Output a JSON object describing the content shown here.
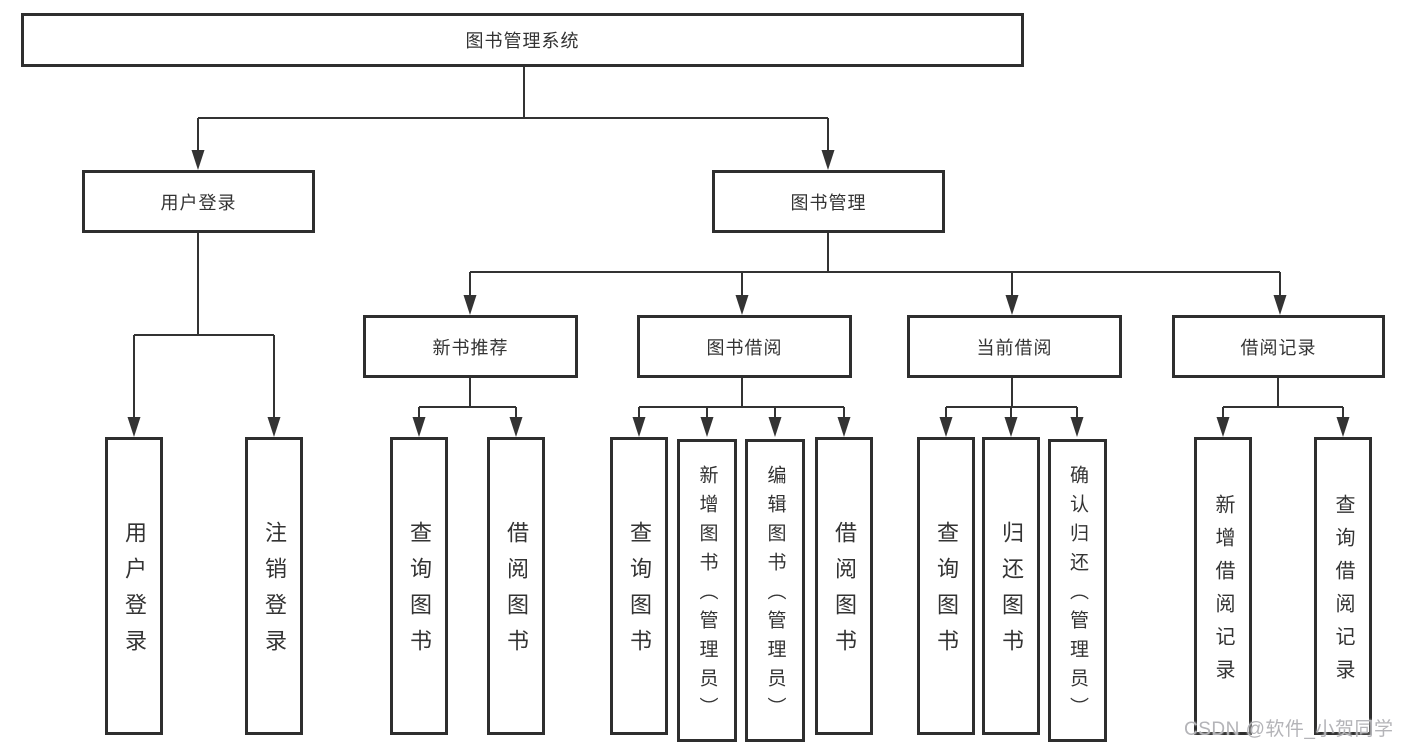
{
  "diagram": {
    "root": {
      "label": "图书管理系统"
    },
    "branches": [
      {
        "label": "用户登录",
        "children": [
          {
            "label": "用户登录"
          },
          {
            "label": "注销登录"
          }
        ]
      },
      {
        "label": "图书管理",
        "children": [
          {
            "label": "新书推荐",
            "children": [
              {
                "label": "查询图书"
              },
              {
                "label": "借阅图书"
              }
            ]
          },
          {
            "label": "图书借阅",
            "children": [
              {
                "label": "查询图书"
              },
              {
                "label": "新增图书（管理员）"
              },
              {
                "label": "编辑图书（管理员）"
              },
              {
                "label": "借阅图书"
              }
            ]
          },
          {
            "label": "当前借阅",
            "children": [
              {
                "label": "查询图书"
              },
              {
                "label": "归还图书"
              },
              {
                "label": "确认归还（管理员）"
              }
            ]
          },
          {
            "label": "借阅记录",
            "children": [
              {
                "label": "新增借阅记录"
              },
              {
                "label": "查询借阅记录"
              }
            ]
          }
        ]
      }
    ]
  },
  "watermark": {
    "text": "CSDN @软件_小贺同学"
  },
  "colors": {
    "line": "#333333",
    "border": "#2e2e2e",
    "text": "#333333",
    "background": "#ffffff",
    "watermark": "#b4b4b8"
  }
}
